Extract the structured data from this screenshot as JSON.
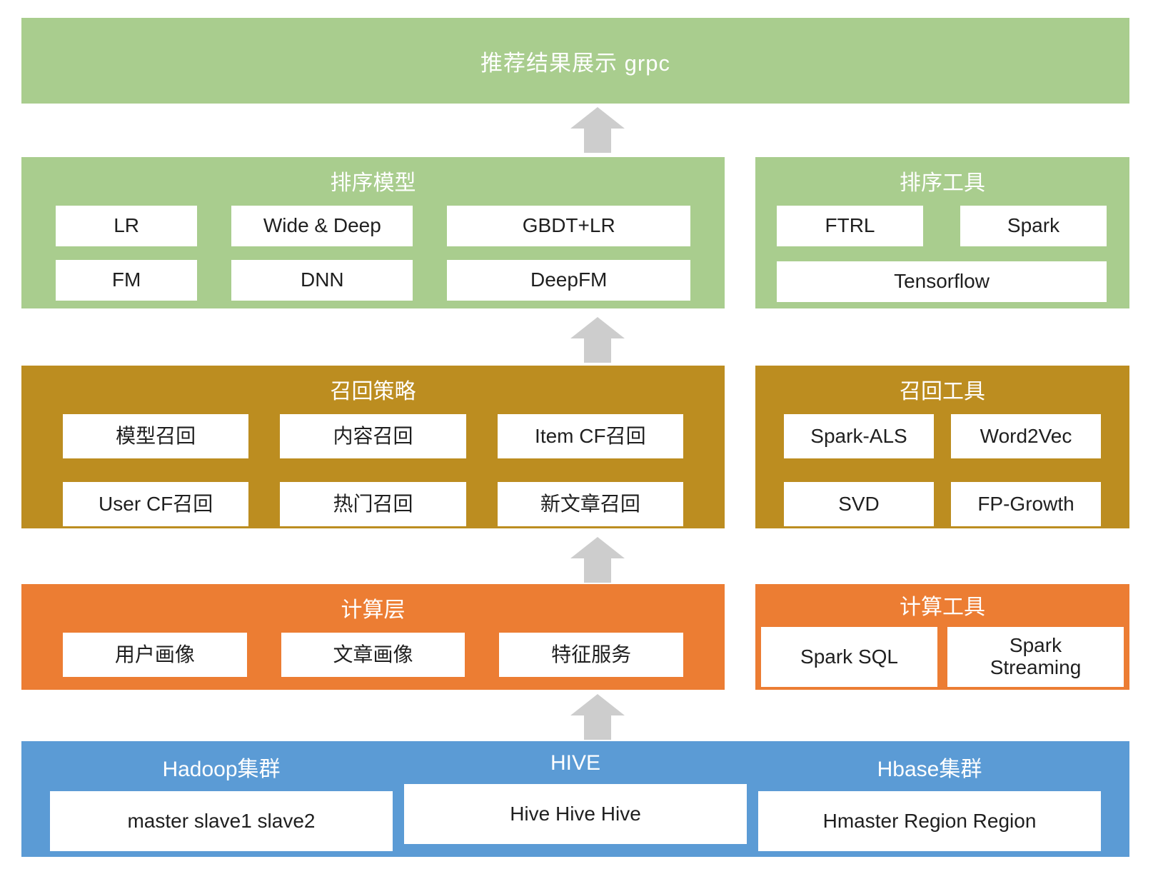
{
  "colors": {
    "green": "#a9cd8e",
    "gold": "#bc8d20",
    "orange": "#ec7d33",
    "blue": "#5b9bd5",
    "arrow": "#cdcdcd",
    "ink": "#1f1f1f"
  },
  "banner": {
    "title": "推荐结果展示 grpc"
  },
  "sorting": {
    "models": {
      "title": "排序模型",
      "row1": [
        "LR",
        "Wide & Deep",
        "GBDT+LR"
      ],
      "row2": [
        "FM",
        "DNN",
        "DeepFM"
      ]
    },
    "tools": {
      "title": "排序工具",
      "row1": [
        "FTRL",
        "Spark"
      ],
      "row2": [
        "Tensorflow"
      ]
    }
  },
  "recall": {
    "strategies": {
      "title": "召回策略",
      "row1": [
        "模型召回",
        "内容召回",
        "Item CF召回"
      ],
      "row2": [
        "User CF召回",
        "热门召回",
        "新文章召回"
      ]
    },
    "tools": {
      "title": "召回工具",
      "row1": [
        "Spark-ALS",
        "Word2Vec"
      ],
      "row2": [
        "SVD",
        "FP-Growth"
      ]
    }
  },
  "compute": {
    "layer": {
      "title": "计算层",
      "row1": [
        "用户画像",
        "文章画像",
        "特征服务"
      ]
    },
    "tools": {
      "title": "计算工具",
      "row1": [
        "Spark SQL",
        "Spark Streaming"
      ]
    }
  },
  "storage": {
    "sections": [
      {
        "title": "Hadoop集群",
        "box": "master slave1 slave2"
      },
      {
        "title": "HIVE",
        "box": "Hive Hive Hive"
      },
      {
        "title": "Hbase集群",
        "box": "Hmaster Region Region"
      }
    ]
  }
}
